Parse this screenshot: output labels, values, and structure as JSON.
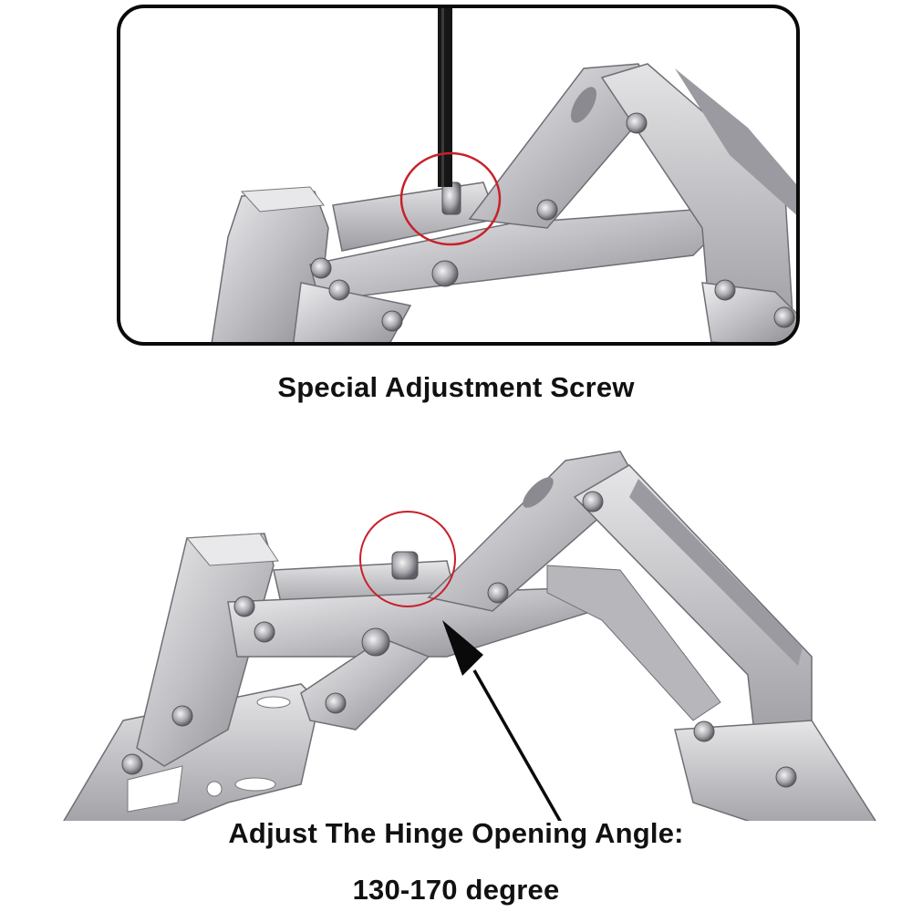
{
  "top_panel": {
    "caption": "Special Adjustment Screw",
    "highlight_circle_color": "#c8202a",
    "frame_color": "#0a0a0a",
    "tool": "screwdriver"
  },
  "bottom_panel": {
    "caption_line1": "Adjust The Hinge Opening Angle:",
    "caption_line2": "130-170 degree",
    "highlight_circle_color": "#c8202a",
    "arrow_color": "#0a0a0a"
  },
  "colors": {
    "metal_light": "#d9d9db",
    "metal_mid": "#b4b4b8",
    "metal_dark": "#7e7e84",
    "background": "#ffffff",
    "text": "#111111"
  }
}
